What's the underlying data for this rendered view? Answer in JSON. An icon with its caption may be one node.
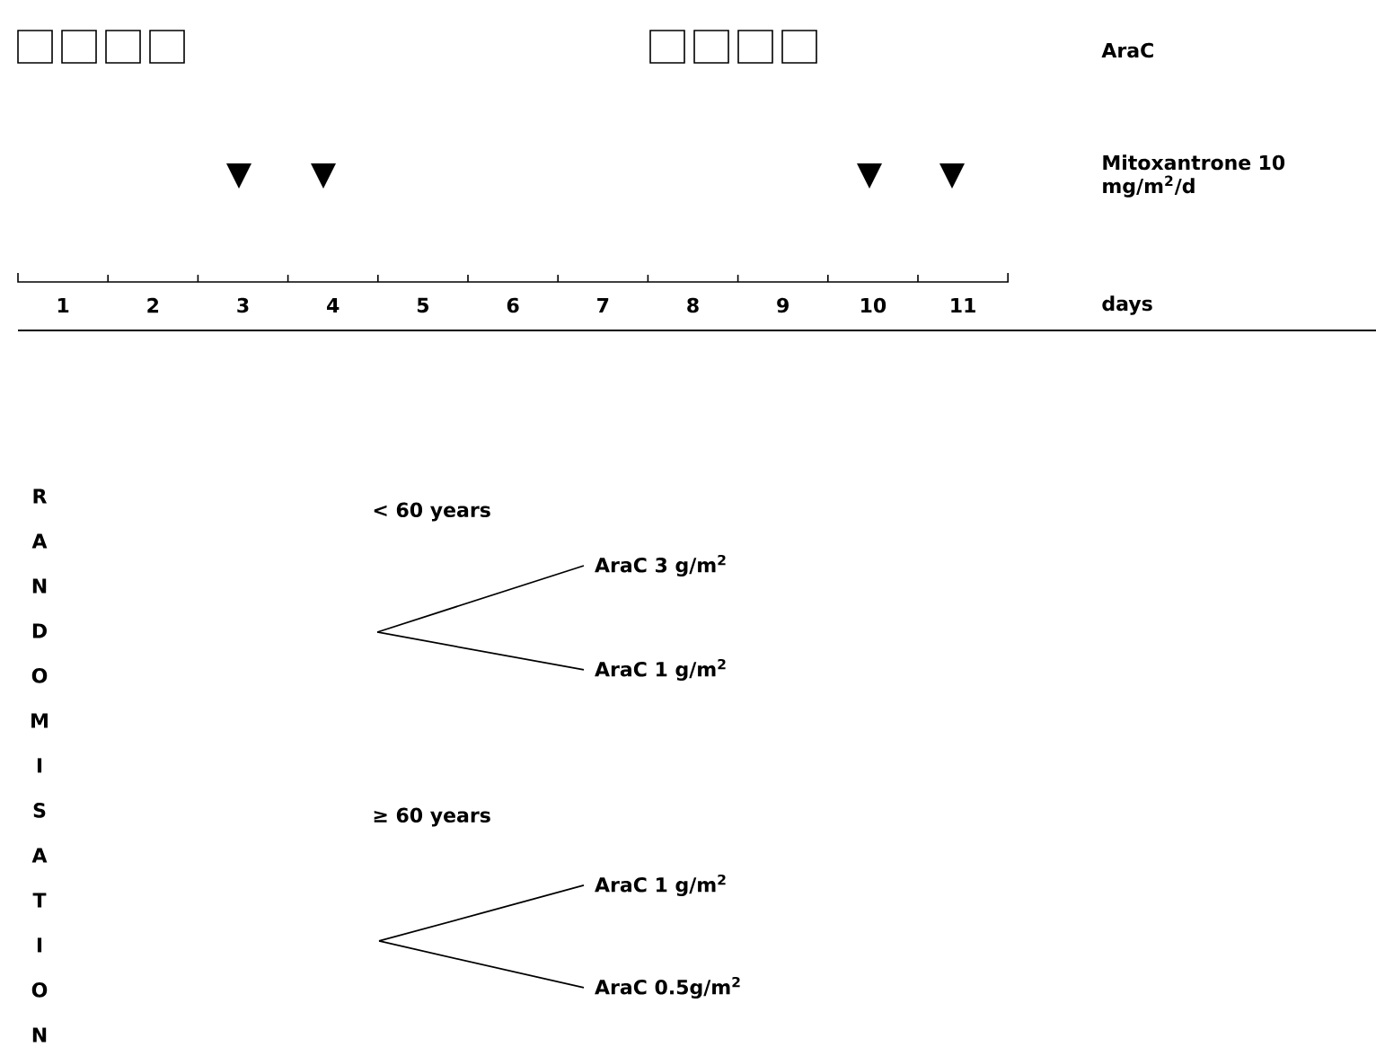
{
  "diagram": {
    "nodes": [
      {
        "text": [
          "AraC  3 g/m$^{2}$"
        ]
      },
      {
        "text": [
          "AraC  1 g/m$^{2}$"
        ]
      },
      {
        "text": [
          "AraC  1 g/m$^{2}$"
        ]
      },
      {
        "text": [
          "AraC 0.5g/m$^{2}$"
        ]
      }
    ],
    "edges": [
      {
        "from": null,
        "to": 0,
        "arrow": "none"
      },
      {
        "from": null,
        "to": 1,
        "arrow": "none"
      },
      {
        "from": null,
        "to": 2,
        "arrow": "none"
      },
      {
        "from": null,
        "to": 3,
        "arrow": "none"
      }
    ],
    "labels": [
      "AraC",
      "Mitoxantrone 10 mg/m$^{2}$/d",
      "1",
      "2",
      "3",
      "4",
      "5",
      "6",
      "7",
      "8",
      "9",
      "10",
      "11",
      "days",
      "RANDOMISATION",
      "< 60 years",
      "≥ 60 years"
    ]
  }
}
